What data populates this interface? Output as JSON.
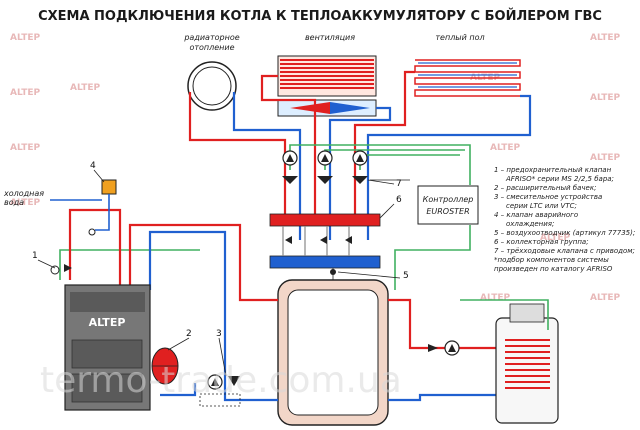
{
  "title": "СХЕМА ПОДКЛЮЧЕНИЯ КОТЛА К ТЕПЛОАККУМУЛЯТОРУ С БОЙЛЕРОМ ГВС",
  "zones": {
    "radiator_line1": "радиаторное",
    "radiator_line2": "отопление",
    "ventilation": "вентиляция",
    "floor": "теплый пол"
  },
  "controller_line1": "Контроллер",
  "controller_line2": "EUROSTER",
  "boiler_brand": "ALTEP",
  "cold_water_line1": "холодная",
  "cold_water_line2": "вода",
  "callouts": [
    "1",
    "2",
    "3",
    "4",
    "5",
    "6",
    "7"
  ],
  "legend": [
    "1 – предохранительный клапан",
    "AFRISO* серии MS 2/2,5 бара;",
    "2 – расширительный бачек;",
    "3 – смесительное устройства",
    "серии LTC или VTC;",
    "4 – клапан аварийного",
    "охлаждения;",
    "5 – воздухоотводчик (артикул 77735);",
    "6 – коллекторная группа;",
    "7 – трёхходовые клапана с приводом;",
    "*подбор компонентов системы",
    "произведен по каталогу AFRISO"
  ],
  "watermark": "ALTEP",
  "site_watermark": "termo-trade.com.ua"
}
